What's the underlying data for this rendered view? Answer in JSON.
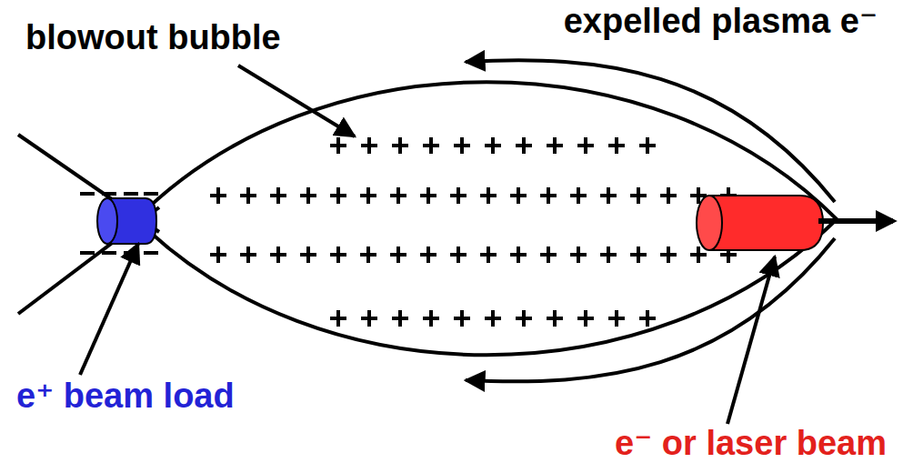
{
  "diagram": {
    "labels": [
      "blowout bubble",
      "expelled plasma e⁻",
      "e⁺ beam load",
      "e⁻ or laser beam"
    ]
  }
}
